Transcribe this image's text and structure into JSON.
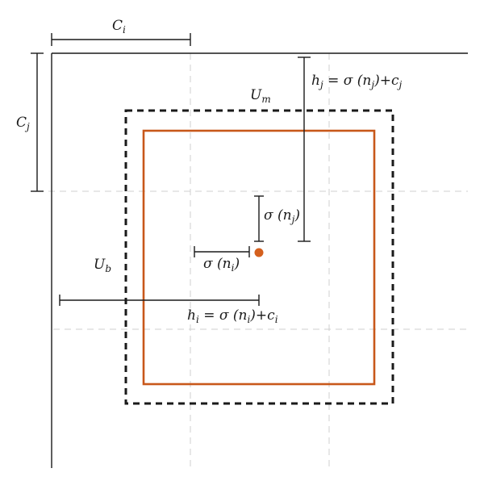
{
  "colors": {
    "axis": "#1a1a1a",
    "grid": "#cfcfcf",
    "dashed_box": "#1a1a1a",
    "inner_box": "#c8581a",
    "center_dot": "#d4601e"
  },
  "labels": {
    "Ci": {
      "main": "C",
      "sub": "i"
    },
    "Cj": {
      "main": "C",
      "sub": "j"
    },
    "Um": {
      "main": "U",
      "sub": "m"
    },
    "Ub": {
      "main": "U",
      "sub": "b"
    },
    "sigma_nj": {
      "pre": "σ (n",
      "sub": "j",
      "post": ")"
    },
    "sigma_ni": {
      "pre": "σ (n",
      "sub": "i",
      "post": ")"
    },
    "hj": {
      "a": "h",
      "a_sub": "j",
      "b": " = σ (n",
      "b_sub": "j",
      "c": ")+c",
      "c_sub": "j"
    },
    "hi": {
      "a": "h",
      "a_sub": "i",
      "b": " = σ (n",
      "b_sub": "i",
      "c": ")+c",
      "c_sub": "i"
    }
  }
}
